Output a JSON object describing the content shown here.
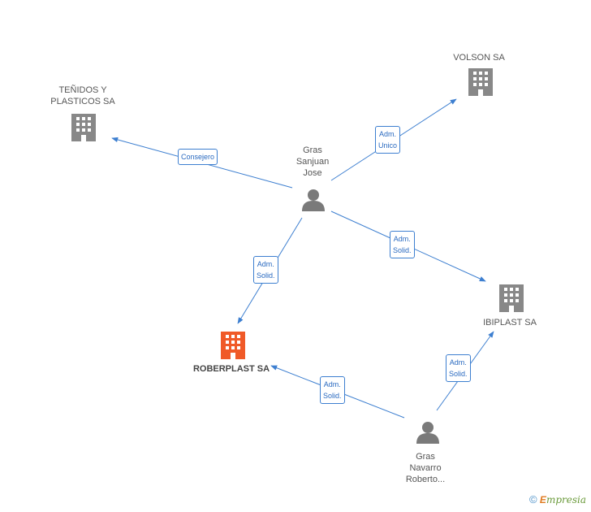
{
  "colors": {
    "edge": "#3d7fd0",
    "company": "#888888",
    "main_company": "#f05a28",
    "person": "#7a7a7a"
  },
  "nodes": {
    "tenidos": {
      "lines": [
        "TEÑIDOS Y",
        "PLASTICOS SA"
      ]
    },
    "volson": {
      "lines": [
        "VOLSON SA"
      ]
    },
    "gras_sanjuan": {
      "lines": [
        "Gras",
        "Sanjuan",
        "Jose"
      ]
    },
    "roberplast": {
      "lines": [
        "ROBERPLAST SA"
      ]
    },
    "ibiplast": {
      "lines": [
        "IBIPLAST SA"
      ]
    },
    "gras_navarro": {
      "lines": [
        "Gras",
        "Navarro",
        "Roberto..."
      ]
    }
  },
  "edges": {
    "e1": "Consejero",
    "e2": "Adm.\nUnico",
    "e3": "Adm.\nSolid.",
    "e4": "Adm.\nSolid.",
    "e5": "Adm.\nSolid.",
    "e6": "Adm.\nSolid."
  },
  "footer": {
    "copyright": "©",
    "brand_initial": "E",
    "brand_rest": "mpresia"
  }
}
